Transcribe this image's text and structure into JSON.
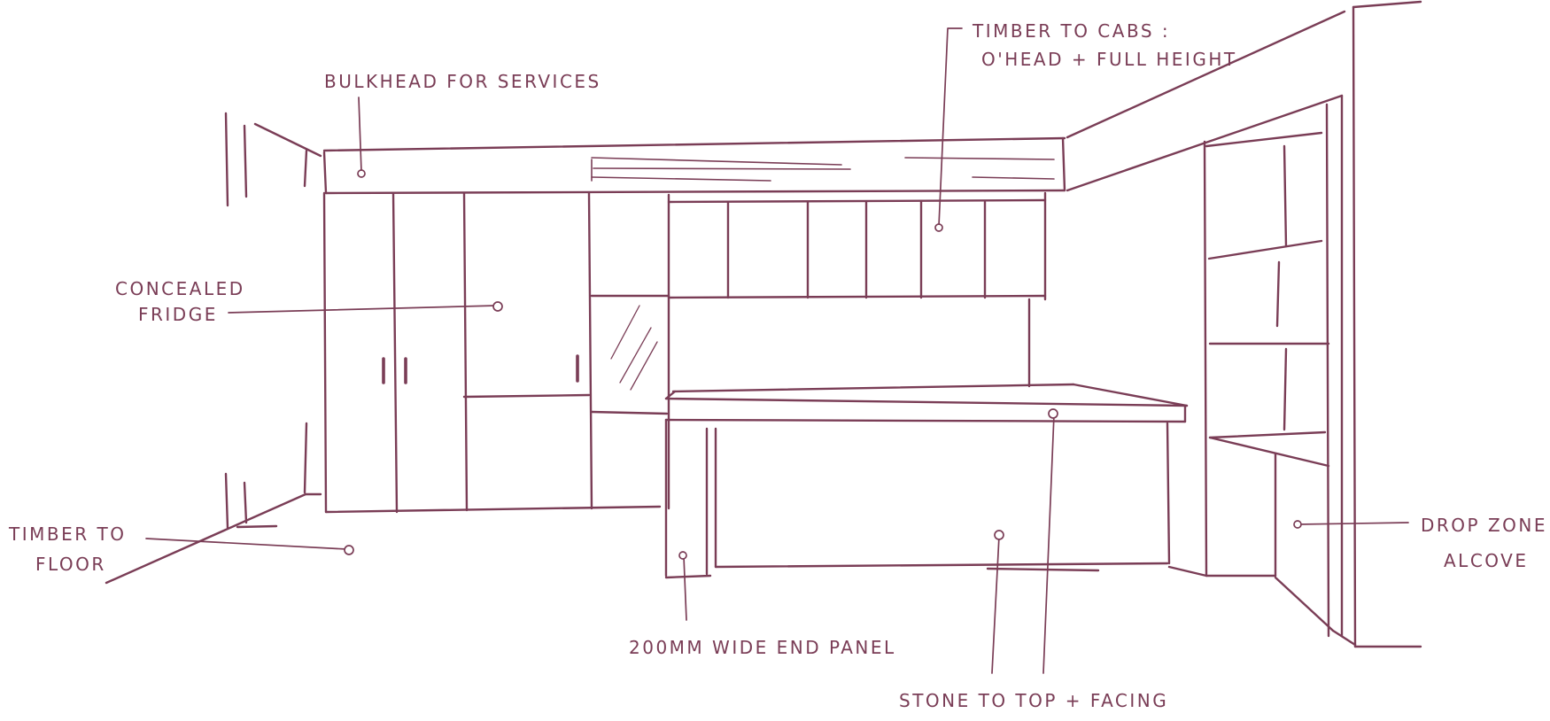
{
  "ink_color": "#7a3d56",
  "annotations": {
    "bulkhead": "BULKHEAD FOR SERVICES",
    "timber_cabs_1": "TIMBER TO CABS :",
    "timber_cabs_2": "O'HEAD + FULL HEIGHT",
    "fridge_1": "CONCEALED",
    "fridge_2": "FRIDGE",
    "timber_floor_1": "TIMBER TO",
    "timber_floor_2": "FLOOR",
    "end_panel": "200MM WIDE END PANEL",
    "stone": "STONE TO TOP + FACING",
    "drop_zone_1": "DROP ZONE",
    "drop_zone_2": "ALCOVE"
  }
}
